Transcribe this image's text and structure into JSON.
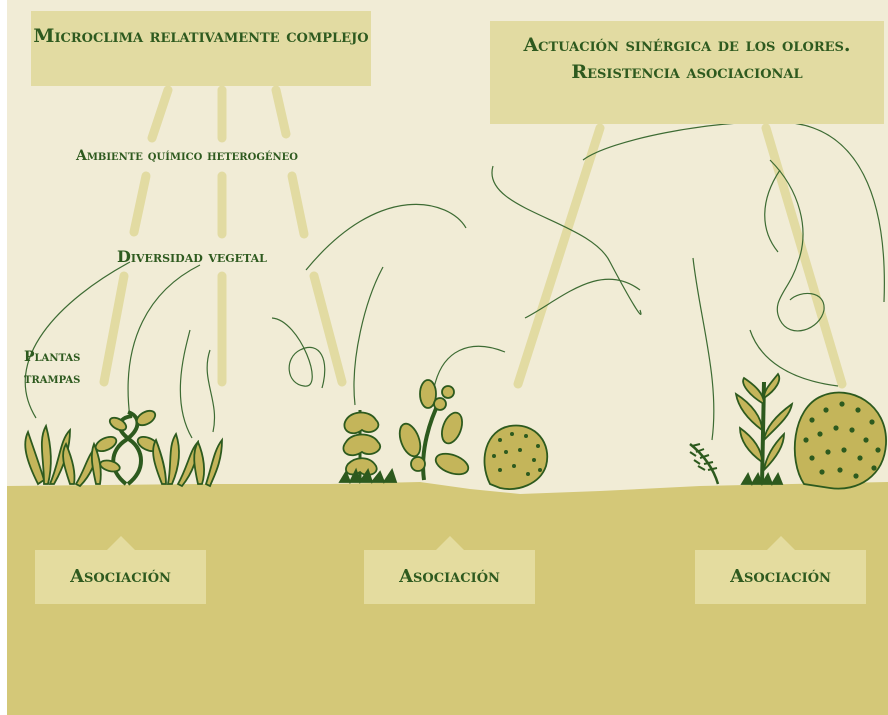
{
  "boxes": {
    "microclimate": "Microclima relativamente complejo",
    "synergy": "Actuación sinérgica de los olores. Resistencia asociacional"
  },
  "labels": {
    "chemical_environment": "Ambiente químico heterogéneo",
    "plant_diversity": "Diversidad vegetal",
    "trap_plants_line1": "Plantas",
    "trap_plants_line2": "trampas"
  },
  "associations": [
    "Asociación",
    "Asociación",
    "Asociación"
  ],
  "colors": {
    "sky": "#f1ecd6",
    "ground": "#d4c878",
    "box_fill": "#e2dba2",
    "text": "#2e5a1f",
    "plant_fill": "#c4b55a",
    "plant_stroke": "#2d5a1e"
  }
}
